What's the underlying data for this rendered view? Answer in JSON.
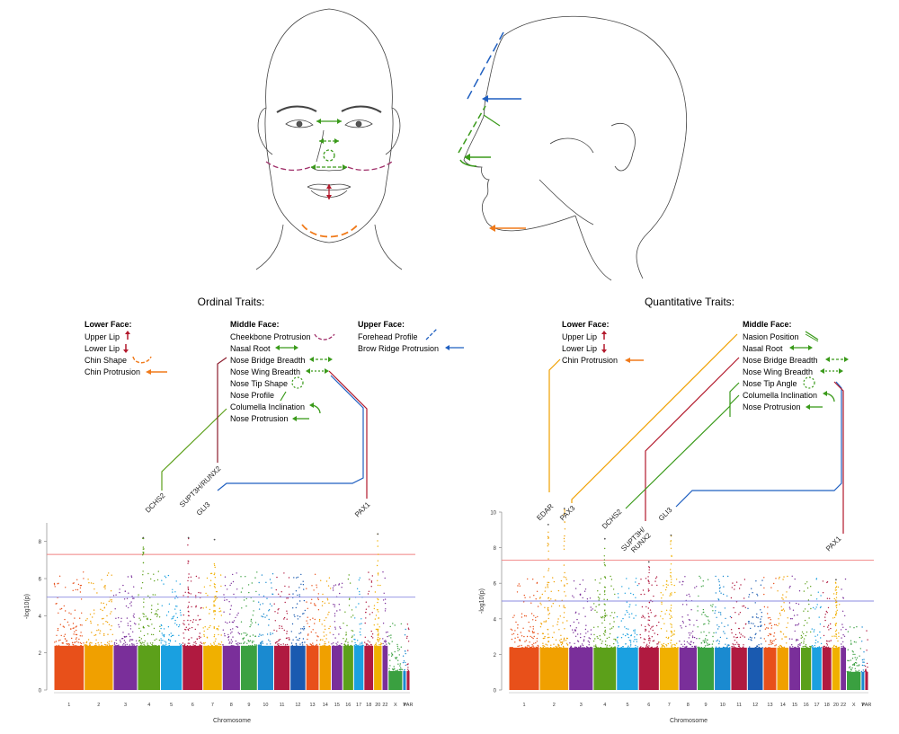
{
  "panels": {
    "left": {
      "title": "Ordinal Traits:"
    },
    "right": {
      "title": "Quantitative Traits:"
    }
  },
  "legend_left": {
    "lower_face": {
      "heading": "Lower Face:",
      "items": [
        "Upper Lip",
        "Lower Lip",
        "Chin Shape",
        "Chin Protrusion"
      ]
    },
    "middle_face": {
      "heading": "Middle Face:",
      "items": [
        "Cheekbone Protrusion",
        "Nasal Root",
        "Nose Bridge Breadth",
        "Nose Wing Breadth",
        "Nose Tip Shape",
        "Nose Profile",
        "Columella Inclination",
        "Nose Protrusion"
      ]
    },
    "upper_face": {
      "heading": "Upper Face:",
      "items": [
        "Forehead Profile",
        "Brow Ridge Protrusion"
      ]
    }
  },
  "legend_right": {
    "lower_face": {
      "heading": "Lower Face:",
      "items": [
        "Upper Lip",
        "Lower Lip",
        "Chin Protrusion"
      ]
    },
    "middle_face": {
      "heading": "Middle Face:",
      "items": [
        "Nasion Position",
        "Nasal Root",
        "Nose Bridge Breadth",
        "Nose Wing Breadth",
        "Nose Tip Angle",
        "Columella Inclination",
        "Nose Protrusion"
      ]
    }
  },
  "colors": {
    "red": "#b2182b",
    "green": "#3a9a1a",
    "orange": "#f07a1a",
    "purple": "#a0306a",
    "blue": "#1f5fc0",
    "threshold_red": "#f08080",
    "threshold_blue": "#8a8ae0",
    "chrom_palette": [
      "#e8501a",
      "#f0a000",
      "#7a2f9a",
      "#5ca01a",
      "#1aa0e0",
      "#b01a40",
      "#f0b000",
      "#7a2f9a",
      "#3aa040",
      "#1a8ad0",
      "#b01a40",
      "#1a5ab0",
      "#e8501a",
      "#f0a000",
      "#7a2f9a",
      "#5ca01a",
      "#1aa0e0",
      "#b01a40",
      "#f0b000",
      "#7a2f9a",
      "#3aa040",
      "#1a8ad0",
      "#b01a40",
      "#1a5ab0",
      "#5ca01a"
    ]
  },
  "chart_data": [
    {
      "type": "scatter",
      "subtype": "manhattan",
      "xlabel": "Chromosome",
      "ylabel": "-log10(p)",
      "ylim": [
        0,
        9
      ],
      "yticks": [
        0,
        2,
        4,
        6,
        8
      ],
      "categories": [
        "1",
        "2",
        "3",
        "4",
        "5",
        "6",
        "7",
        "8",
        "9",
        "10",
        "11",
        "12",
        "13",
        "14",
        "15",
        "16",
        "17",
        "18",
        "20",
        "22",
        "X",
        "Y",
        "PAR"
      ],
      "thresholds": [
        7.3,
        5.0
      ],
      "peaks": [
        {
          "label": "DCHS2",
          "chromosome": "4",
          "value": 8.2
        },
        {
          "label": "SUPT3H/RUNX2",
          "chromosome": "6",
          "value": 8.2
        },
        {
          "label": "GLI3",
          "chromosome": "7",
          "value": 8.1
        },
        {
          "label": "PAX1",
          "chromosome": "20",
          "value": 8.4
        }
      ]
    },
    {
      "type": "scatter",
      "subtype": "manhattan",
      "xlabel": "Chromosome",
      "ylabel": "-log10(p)",
      "ylim": [
        0,
        10
      ],
      "yticks": [
        0,
        2,
        4,
        6,
        8,
        10
      ],
      "categories": [
        "1",
        "2",
        "3",
        "4",
        "5",
        "6",
        "7",
        "8",
        "9",
        "10",
        "11",
        "12",
        "13",
        "14",
        "15",
        "16",
        "17",
        "18",
        "20",
        "22",
        "X",
        "Y",
        "PAR"
      ],
      "thresholds": [
        7.3,
        5.0
      ],
      "peaks": [
        {
          "label": "EDAR",
          "chromosome": "2",
          "value": 9.3
        },
        {
          "label": "PAX3",
          "chromosome": "2",
          "value": 10.2
        },
        {
          "label": "DCHS2",
          "chromosome": "4",
          "value": 8.5
        },
        {
          "label": "SUPT3H/ RUNX2",
          "chromosome": "6",
          "value": 7.2
        },
        {
          "label": "GLI3",
          "chromosome": "7",
          "value": 8.7
        },
        {
          "label": "PAX1",
          "chromosome": "20",
          "value": 6.2
        }
      ]
    }
  ]
}
